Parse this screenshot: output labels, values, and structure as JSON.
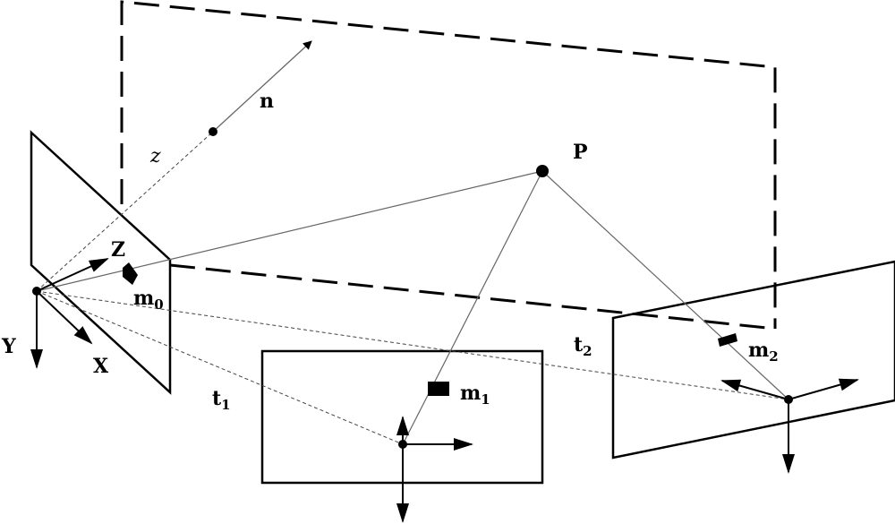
{
  "labels": {
    "n": "n",
    "z": "z",
    "P": "P",
    "Z": "Z",
    "Y": "Y",
    "X": "X",
    "m0": {
      "base": "m",
      "sub": "0"
    },
    "m1": {
      "base": "m",
      "sub": "1"
    },
    "m2": {
      "base": "m",
      "sub": "2"
    },
    "t1": {
      "base": "t",
      "sub": "1"
    },
    "t2": {
      "base": "t",
      "sub": "2"
    }
  }
}
